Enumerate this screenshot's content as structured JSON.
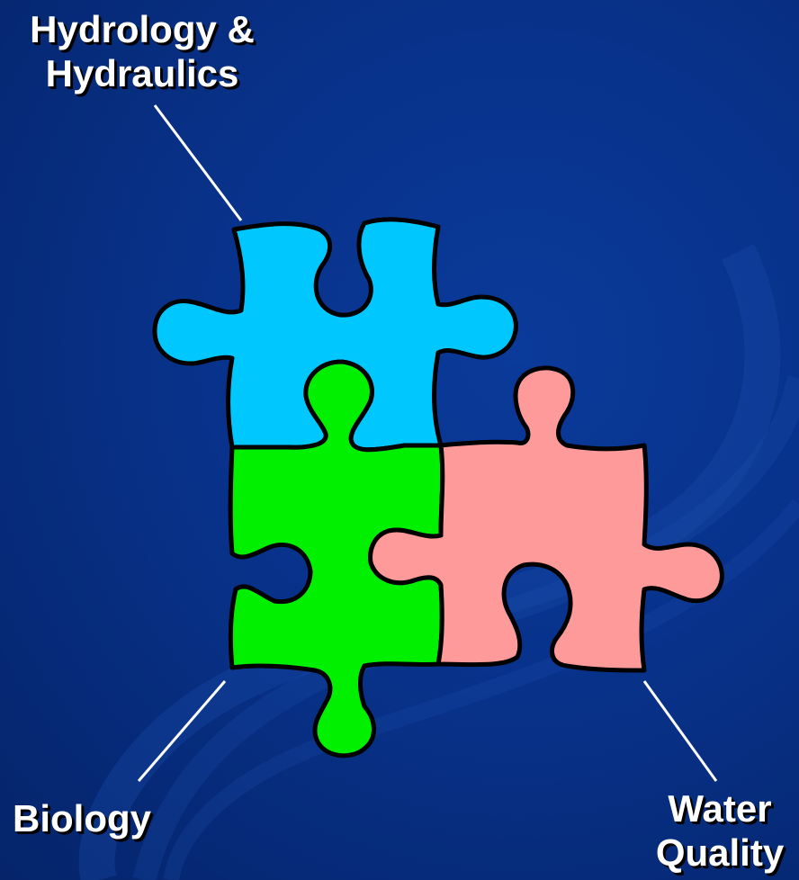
{
  "labels": {
    "hydrology_line1": "Hydrology &",
    "hydrology_line2": "Hydraulics",
    "biology": "Biology",
    "water_line1": "Water",
    "water_line2": "Quality"
  },
  "colors": {
    "background": "#08328a",
    "hydrology_piece": "#00c8ff",
    "biology_piece": "#00f000",
    "water_quality_piece": "#ff9a9a",
    "outline": "#000000",
    "connector_line": "#ffffff"
  },
  "icons": {
    "hydrology_piece": "puzzle-piece-icon",
    "biology_piece": "puzzle-piece-icon",
    "water_quality_piece": "puzzle-piece-icon"
  }
}
